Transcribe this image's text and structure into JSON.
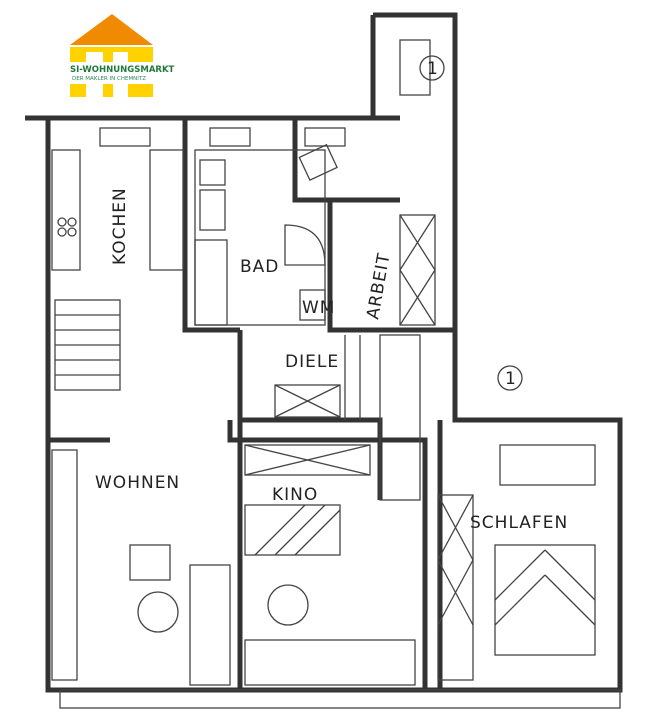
{
  "logo": {
    "name": "SI-WOHNUNGSMARKT",
    "tagline": "DER MAKLER IN CHEMNITZ",
    "roof_color": "#f08a00",
    "bar_color": "#ffd200"
  },
  "rooms": {
    "kitchen": "KOCHEN",
    "bath": "BAD",
    "office": "ARBEIT",
    "hall": "DIELE",
    "living": "WOHNEN",
    "kids": "KINO",
    "bedroom": "SCHLAFEN",
    "washer": "WM"
  },
  "markers": {
    "balcony_top": "1",
    "balcony_right": "1"
  }
}
